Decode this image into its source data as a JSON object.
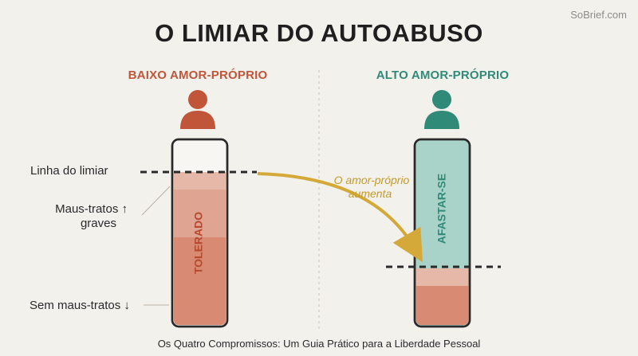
{
  "brand": "SoBrief.com",
  "title": "O LIMIAR DO AUTOABUSO",
  "left_column": {
    "heading": "BAIXO AMOR-PRÓPRIO",
    "bar_label": "TOLERADO",
    "color": "#c1553a"
  },
  "right_column": {
    "heading": "ALTO AMOR-PRÓPRIO",
    "bar_label": "AFASTAR-SE",
    "color": "#2f8a78"
  },
  "side_labels": {
    "threshold_line": "Linha do limiar",
    "severe_abuse_line1": "Maus-tratos",
    "severe_abuse_line2": "graves",
    "severe_abuse_arrow": "↑",
    "no_abuse": "Sem maus-tratos",
    "no_abuse_arrow": "↓"
  },
  "transition": {
    "line1": "O amor-próprio",
    "line2": "aumenta",
    "color": "#d4a93a"
  },
  "footer": "Os Quatro Compromissos: Um Guia Prático para a Liberdade Pessoal"
}
